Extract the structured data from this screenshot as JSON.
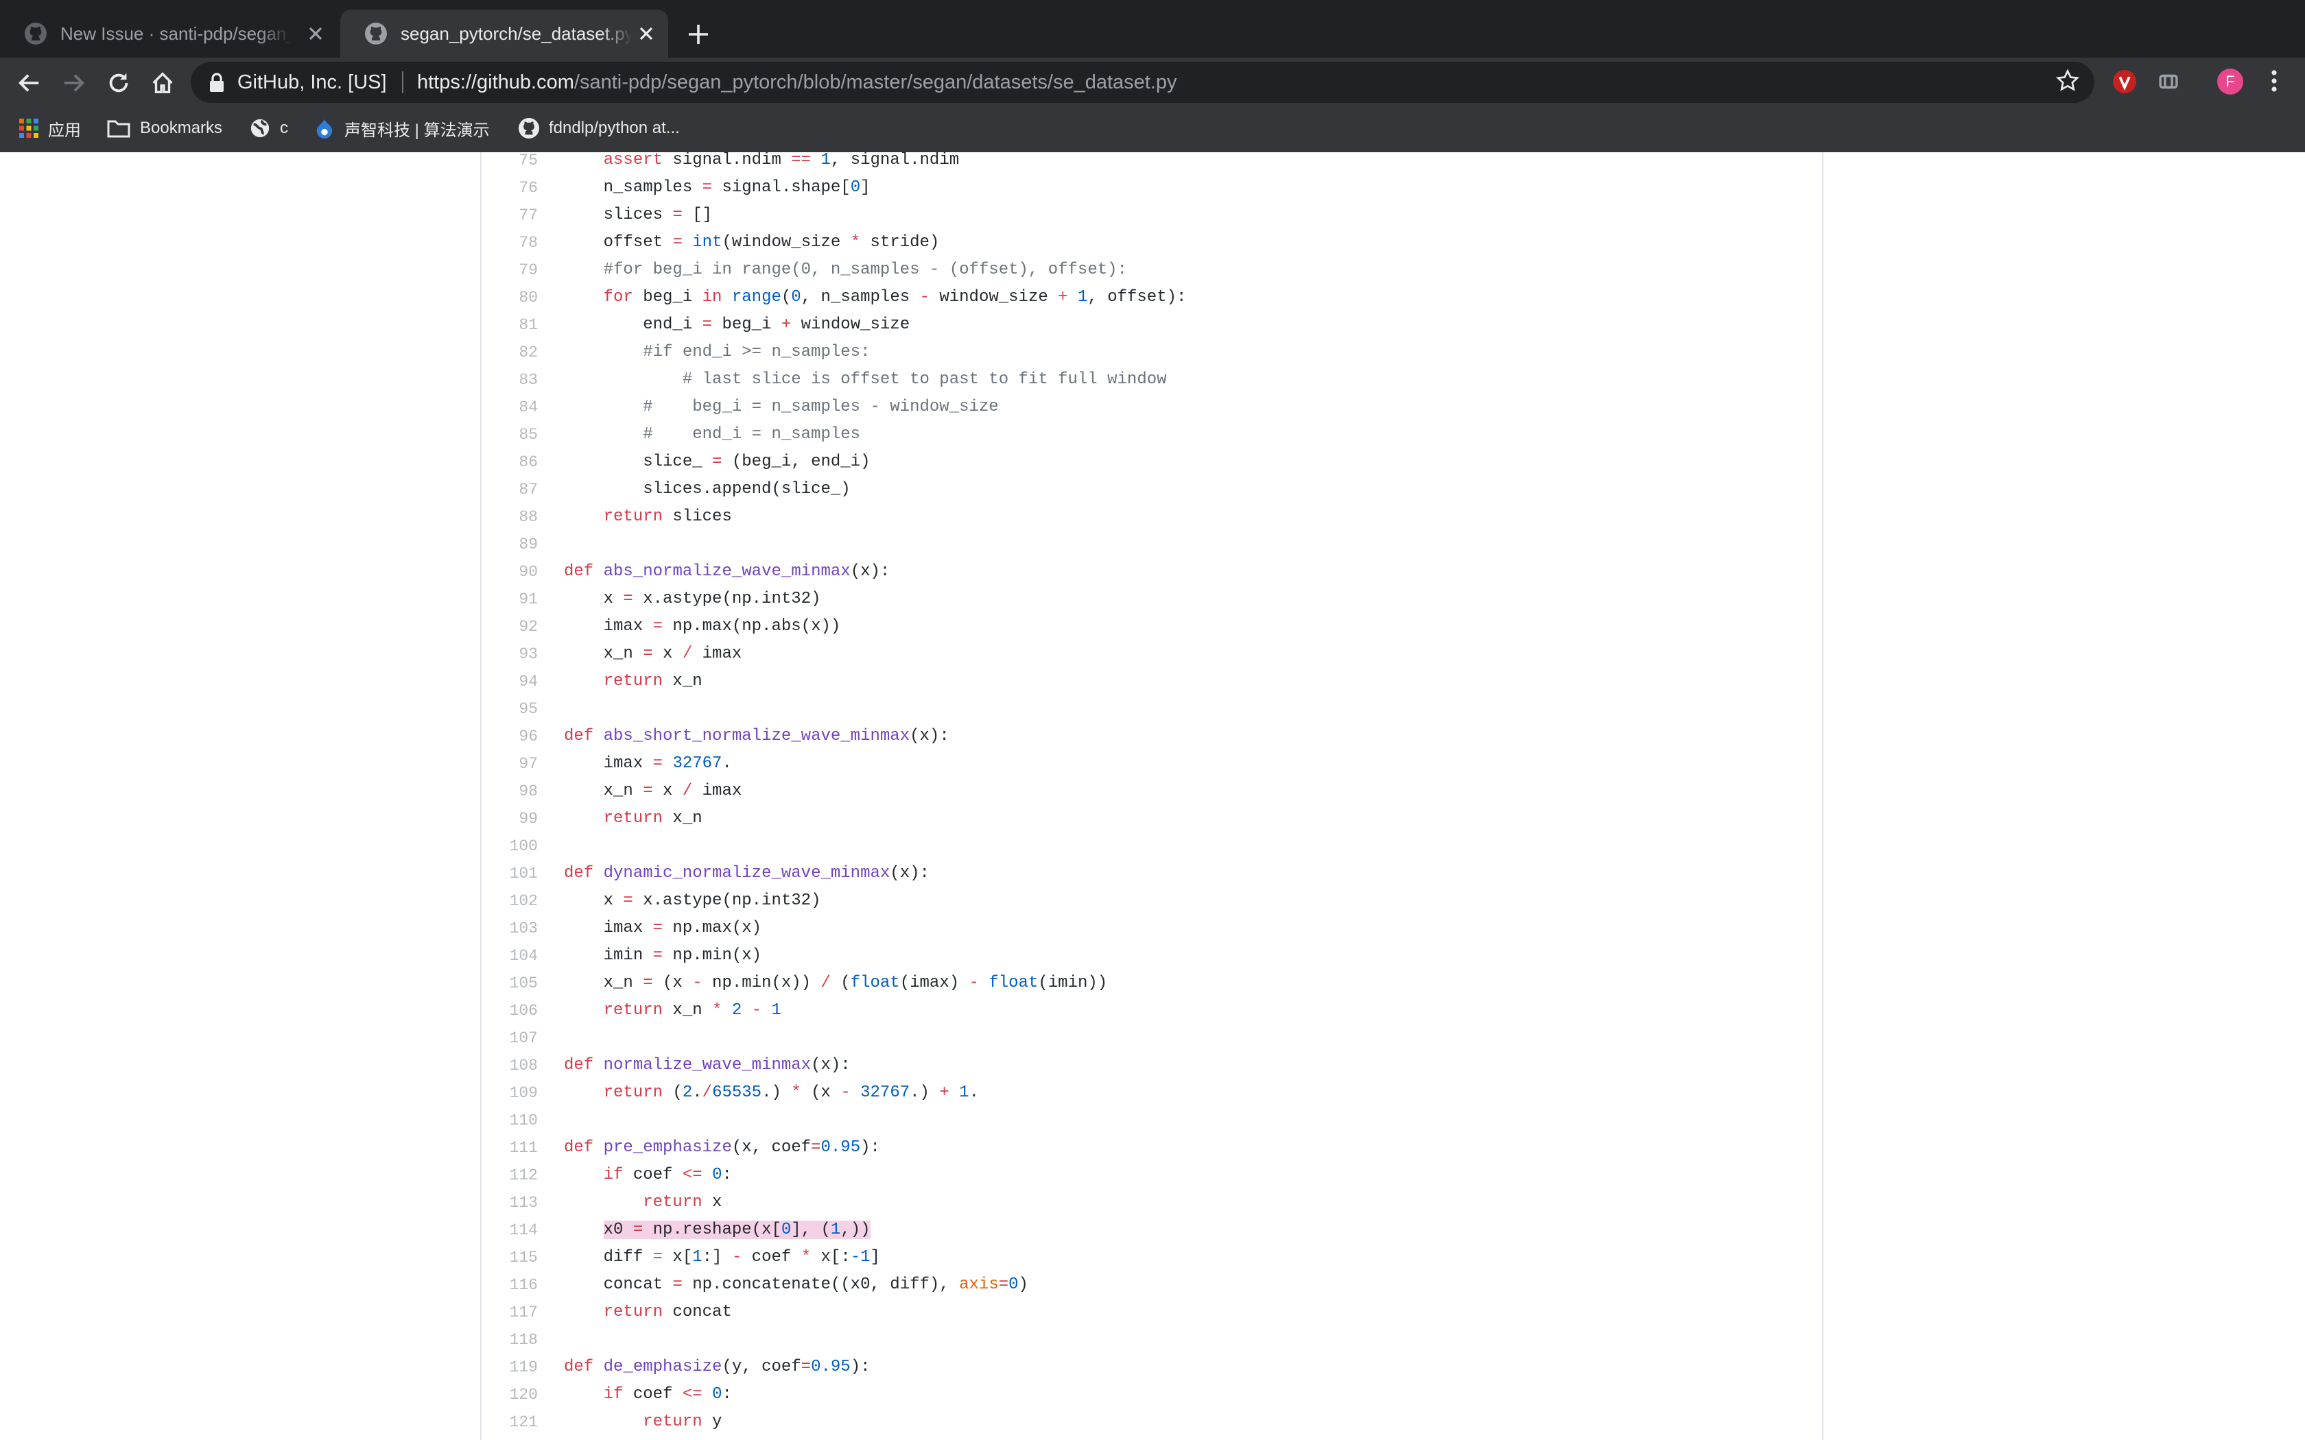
{
  "browser": {
    "tabs": [
      {
        "title": "New Issue · santi-pdp/segan_pytorch",
        "active": false
      },
      {
        "title": "segan_pytorch/se_dataset.py at master · santi-pdp/segan_pytorch",
        "active": true
      }
    ],
    "site_identity": "GitHub, Inc. [US]",
    "url_host": "https://github.com",
    "url_path": "/santi-pdp/segan_pytorch/blob/master/segan/datasets/se_dataset.py",
    "avatar_letter": "F",
    "colors": {
      "frame": "#202124",
      "toolbar": "#35363a",
      "avatar": "#e8478b",
      "highlight": "#f5d1e6"
    },
    "bookmarks": [
      {
        "label": "应用",
        "icon": "apps-grid-icon"
      },
      {
        "label": "Bookmarks",
        "icon": "folder-icon"
      },
      {
        "label": "c",
        "icon": "globe-icon"
      },
      {
        "label": "声智科技 | 算法演示",
        "icon": "drupal-icon"
      },
      {
        "label": "fdndlp/python at...",
        "icon": "github-icon"
      }
    ]
  },
  "code": {
    "lines": [
      {
        "n": "75",
        "t": [
          [
            "    ",
            ""
          ],
          [
            "assert",
            "k"
          ],
          [
            " signal.ndim ",
            ""
          ],
          [
            "==",
            "k"
          ],
          [
            " ",
            ""
          ],
          [
            "1",
            "n"
          ],
          [
            ", signal.ndim",
            ""
          ]
        ]
      },
      {
        "n": "76",
        "t": [
          [
            "    n_samples ",
            ""
          ],
          [
            "=",
            "k"
          ],
          [
            " signal.shape[",
            ""
          ],
          [
            "0",
            "n"
          ],
          [
            "]",
            ""
          ]
        ]
      },
      {
        "n": "77",
        "t": [
          [
            "    slices ",
            ""
          ],
          [
            "=",
            "k"
          ],
          [
            " []",
            ""
          ]
        ]
      },
      {
        "n": "78",
        "t": [
          [
            "    offset ",
            ""
          ],
          [
            "=",
            "k"
          ],
          [
            " ",
            ""
          ],
          [
            "int",
            "n"
          ],
          [
            "(window_size ",
            ""
          ],
          [
            "*",
            "k"
          ],
          [
            " stride)",
            ""
          ]
        ]
      },
      {
        "n": "79",
        "t": [
          [
            "    ",
            ""
          ],
          [
            "#for beg_i in range(0, n_samples - (offset), offset):",
            "c"
          ]
        ]
      },
      {
        "n": "80",
        "t": [
          [
            "    ",
            ""
          ],
          [
            "for",
            "k"
          ],
          [
            " beg_i ",
            ""
          ],
          [
            "in",
            "k"
          ],
          [
            " ",
            ""
          ],
          [
            "range",
            "n"
          ],
          [
            "(",
            ""
          ],
          [
            "0",
            "n"
          ],
          [
            ", n_samples ",
            ""
          ],
          [
            "-",
            "k"
          ],
          [
            " window_size ",
            ""
          ],
          [
            "+",
            "k"
          ],
          [
            " ",
            ""
          ],
          [
            "1",
            "n"
          ],
          [
            ", offset):",
            ""
          ]
        ]
      },
      {
        "n": "81",
        "t": [
          [
            "        end_i ",
            ""
          ],
          [
            "=",
            "k"
          ],
          [
            " beg_i ",
            ""
          ],
          [
            "+",
            "k"
          ],
          [
            " window_size",
            ""
          ]
        ]
      },
      {
        "n": "82",
        "t": [
          [
            "        ",
            ""
          ],
          [
            "#if end_i >= n_samples:",
            "c"
          ]
        ]
      },
      {
        "n": "83",
        "t": [
          [
            "            ",
            ""
          ],
          [
            "# last slice is offset to past to fit full window",
            "c"
          ]
        ]
      },
      {
        "n": "84",
        "t": [
          [
            "        ",
            ""
          ],
          [
            "#    beg_i = n_samples - window_size",
            "c"
          ]
        ]
      },
      {
        "n": "85",
        "t": [
          [
            "        ",
            ""
          ],
          [
            "#    end_i = n_samples",
            "c"
          ]
        ]
      },
      {
        "n": "86",
        "t": [
          [
            "        slice_ ",
            ""
          ],
          [
            "=",
            "k"
          ],
          [
            " (beg_i, end_i)",
            ""
          ]
        ]
      },
      {
        "n": "87",
        "t": [
          [
            "        slices.append(slice_)",
            ""
          ]
        ]
      },
      {
        "n": "88",
        "t": [
          [
            "    ",
            ""
          ],
          [
            "return",
            "k"
          ],
          [
            " slices",
            ""
          ]
        ]
      },
      {
        "n": "89",
        "t": []
      },
      {
        "n": "90",
        "t": [
          [
            "def",
            "k"
          ],
          [
            " ",
            ""
          ],
          [
            "abs_normalize_wave_minmax",
            "f"
          ],
          [
            "(x):",
            ""
          ]
        ]
      },
      {
        "n": "91",
        "t": [
          [
            "    x ",
            ""
          ],
          [
            "=",
            "k"
          ],
          [
            " x.astype(np.int32)",
            ""
          ]
        ]
      },
      {
        "n": "92",
        "t": [
          [
            "    imax ",
            ""
          ],
          [
            "=",
            "k"
          ],
          [
            " np.max(np.abs(x))",
            ""
          ]
        ]
      },
      {
        "n": "93",
        "t": [
          [
            "    x_n ",
            ""
          ],
          [
            "=",
            "k"
          ],
          [
            " x ",
            ""
          ],
          [
            "/",
            "k"
          ],
          [
            " imax",
            ""
          ]
        ]
      },
      {
        "n": "94",
        "t": [
          [
            "    ",
            ""
          ],
          [
            "return",
            "k"
          ],
          [
            " x_n",
            ""
          ]
        ]
      },
      {
        "n": "95",
        "t": []
      },
      {
        "n": "96",
        "t": [
          [
            "def",
            "k"
          ],
          [
            " ",
            ""
          ],
          [
            "abs_short_normalize_wave_minmax",
            "f"
          ],
          [
            "(x):",
            ""
          ]
        ]
      },
      {
        "n": "97",
        "t": [
          [
            "    imax ",
            ""
          ],
          [
            "=",
            "k"
          ],
          [
            " ",
            ""
          ],
          [
            "32767",
            "n"
          ],
          [
            ".",
            ""
          ]
        ]
      },
      {
        "n": "98",
        "t": [
          [
            "    x_n ",
            ""
          ],
          [
            "=",
            "k"
          ],
          [
            " x ",
            ""
          ],
          [
            "/",
            "k"
          ],
          [
            " imax",
            ""
          ]
        ]
      },
      {
        "n": "99",
        "t": [
          [
            "    ",
            ""
          ],
          [
            "return",
            "k"
          ],
          [
            " x_n",
            ""
          ]
        ]
      },
      {
        "n": "100",
        "t": []
      },
      {
        "n": "101",
        "t": [
          [
            "def",
            "k"
          ],
          [
            " ",
            ""
          ],
          [
            "dynamic_normalize_wave_minmax",
            "f"
          ],
          [
            "(x):",
            ""
          ]
        ]
      },
      {
        "n": "102",
        "t": [
          [
            "    x ",
            ""
          ],
          [
            "=",
            "k"
          ],
          [
            " x.astype(np.int32)",
            ""
          ]
        ]
      },
      {
        "n": "103",
        "t": [
          [
            "    imax ",
            ""
          ],
          [
            "=",
            "k"
          ],
          [
            " np.max(x)",
            ""
          ]
        ]
      },
      {
        "n": "104",
        "t": [
          [
            "    imin ",
            ""
          ],
          [
            "=",
            "k"
          ],
          [
            " np.min(x)",
            ""
          ]
        ]
      },
      {
        "n": "105",
        "t": [
          [
            "    x_n ",
            ""
          ],
          [
            "=",
            "k"
          ],
          [
            " (x ",
            ""
          ],
          [
            "-",
            "k"
          ],
          [
            " np.min(x)) ",
            ""
          ],
          [
            "/",
            "k"
          ],
          [
            " (",
            ""
          ],
          [
            "float",
            "n"
          ],
          [
            "(imax) ",
            ""
          ],
          [
            "-",
            "k"
          ],
          [
            " ",
            ""
          ],
          [
            "float",
            "n"
          ],
          [
            "(imin))",
            ""
          ]
        ]
      },
      {
        "n": "106",
        "t": [
          [
            "    ",
            ""
          ],
          [
            "return",
            "k"
          ],
          [
            " x_n ",
            ""
          ],
          [
            "*",
            "k"
          ],
          [
            " ",
            ""
          ],
          [
            "2",
            "n"
          ],
          [
            " ",
            ""
          ],
          [
            "-",
            "k"
          ],
          [
            " ",
            ""
          ],
          [
            "1",
            "n"
          ]
        ]
      },
      {
        "n": "107",
        "t": []
      },
      {
        "n": "108",
        "t": [
          [
            "def",
            "k"
          ],
          [
            " ",
            ""
          ],
          [
            "normalize_wave_minmax",
            "f"
          ],
          [
            "(x):",
            ""
          ]
        ]
      },
      {
        "n": "109",
        "t": [
          [
            "    ",
            ""
          ],
          [
            "return",
            "k"
          ],
          [
            " (",
            ""
          ],
          [
            "2",
            "n"
          ],
          [
            ".",
            ""
          ],
          [
            "/",
            "k"
          ],
          [
            "65535",
            "n"
          ],
          [
            ".) ",
            ""
          ],
          [
            "*",
            "k"
          ],
          [
            " (x ",
            ""
          ],
          [
            "-",
            "k"
          ],
          [
            " ",
            ""
          ],
          [
            "32767",
            "n"
          ],
          [
            ".) ",
            ""
          ],
          [
            "+",
            "k"
          ],
          [
            " ",
            ""
          ],
          [
            "1",
            "n"
          ],
          [
            ".",
            ""
          ]
        ]
      },
      {
        "n": "110",
        "t": []
      },
      {
        "n": "111",
        "t": [
          [
            "def",
            "k"
          ],
          [
            " ",
            ""
          ],
          [
            "pre_emphasize",
            "f"
          ],
          [
            "(x, coef",
            ""
          ],
          [
            "=",
            "k"
          ],
          [
            "0.95",
            "n"
          ],
          [
            "):",
            ""
          ]
        ]
      },
      {
        "n": "112",
        "t": [
          [
            "    ",
            ""
          ],
          [
            "if",
            "k"
          ],
          [
            " coef ",
            ""
          ],
          [
            "<=",
            "k"
          ],
          [
            " ",
            ""
          ],
          [
            "0",
            "n"
          ],
          [
            ":",
            ""
          ]
        ]
      },
      {
        "n": "113",
        "t": [
          [
            "        ",
            ""
          ],
          [
            "return",
            "k"
          ],
          [
            " x",
            ""
          ]
        ]
      },
      {
        "n": "114",
        "hl": true,
        "t": [
          [
            "    ",
            ""
          ],
          [
            "x0 ",
            ""
          ],
          [
            "=",
            "k"
          ],
          [
            " np.reshape(x[",
            ""
          ],
          [
            "0",
            "n"
          ],
          [
            "], (",
            ""
          ],
          [
            "1",
            "n"
          ],
          [
            ",))",
            ""
          ]
        ]
      },
      {
        "n": "115",
        "t": [
          [
            "    diff ",
            ""
          ],
          [
            "=",
            "k"
          ],
          [
            " x[",
            ""
          ],
          [
            "1",
            "n"
          ],
          [
            ":] ",
            ""
          ],
          [
            "-",
            "k"
          ],
          [
            " coef ",
            ""
          ],
          [
            "*",
            "k"
          ],
          [
            " x[:",
            ""
          ],
          [
            "-1",
            "n"
          ],
          [
            "]",
            ""
          ]
        ]
      },
      {
        "n": "116",
        "t": [
          [
            "    concat ",
            ""
          ],
          [
            "=",
            "k"
          ],
          [
            " np.concatenate((x0, diff), ",
            ""
          ],
          [
            "axis",
            "a"
          ],
          [
            "=",
            "k"
          ],
          [
            "0",
            "n"
          ],
          [
            ")",
            ""
          ]
        ]
      },
      {
        "n": "117",
        "t": [
          [
            "    ",
            ""
          ],
          [
            "return",
            "k"
          ],
          [
            " concat",
            ""
          ]
        ]
      },
      {
        "n": "118",
        "t": []
      },
      {
        "n": "119",
        "t": [
          [
            "def",
            "k"
          ],
          [
            " ",
            ""
          ],
          [
            "de_emphasize",
            "f"
          ],
          [
            "(y, coef",
            ""
          ],
          [
            "=",
            "k"
          ],
          [
            "0.95",
            "n"
          ],
          [
            "):",
            ""
          ]
        ]
      },
      {
        "n": "120",
        "t": [
          [
            "    ",
            ""
          ],
          [
            "if",
            "k"
          ],
          [
            " coef ",
            ""
          ],
          [
            "<=",
            "k"
          ],
          [
            " ",
            ""
          ],
          [
            "0",
            "n"
          ],
          [
            ":",
            ""
          ]
        ]
      },
      {
        "n": "121",
        "t": [
          [
            "        ",
            ""
          ],
          [
            "return",
            "k"
          ],
          [
            " y",
            ""
          ]
        ]
      }
    ]
  }
}
